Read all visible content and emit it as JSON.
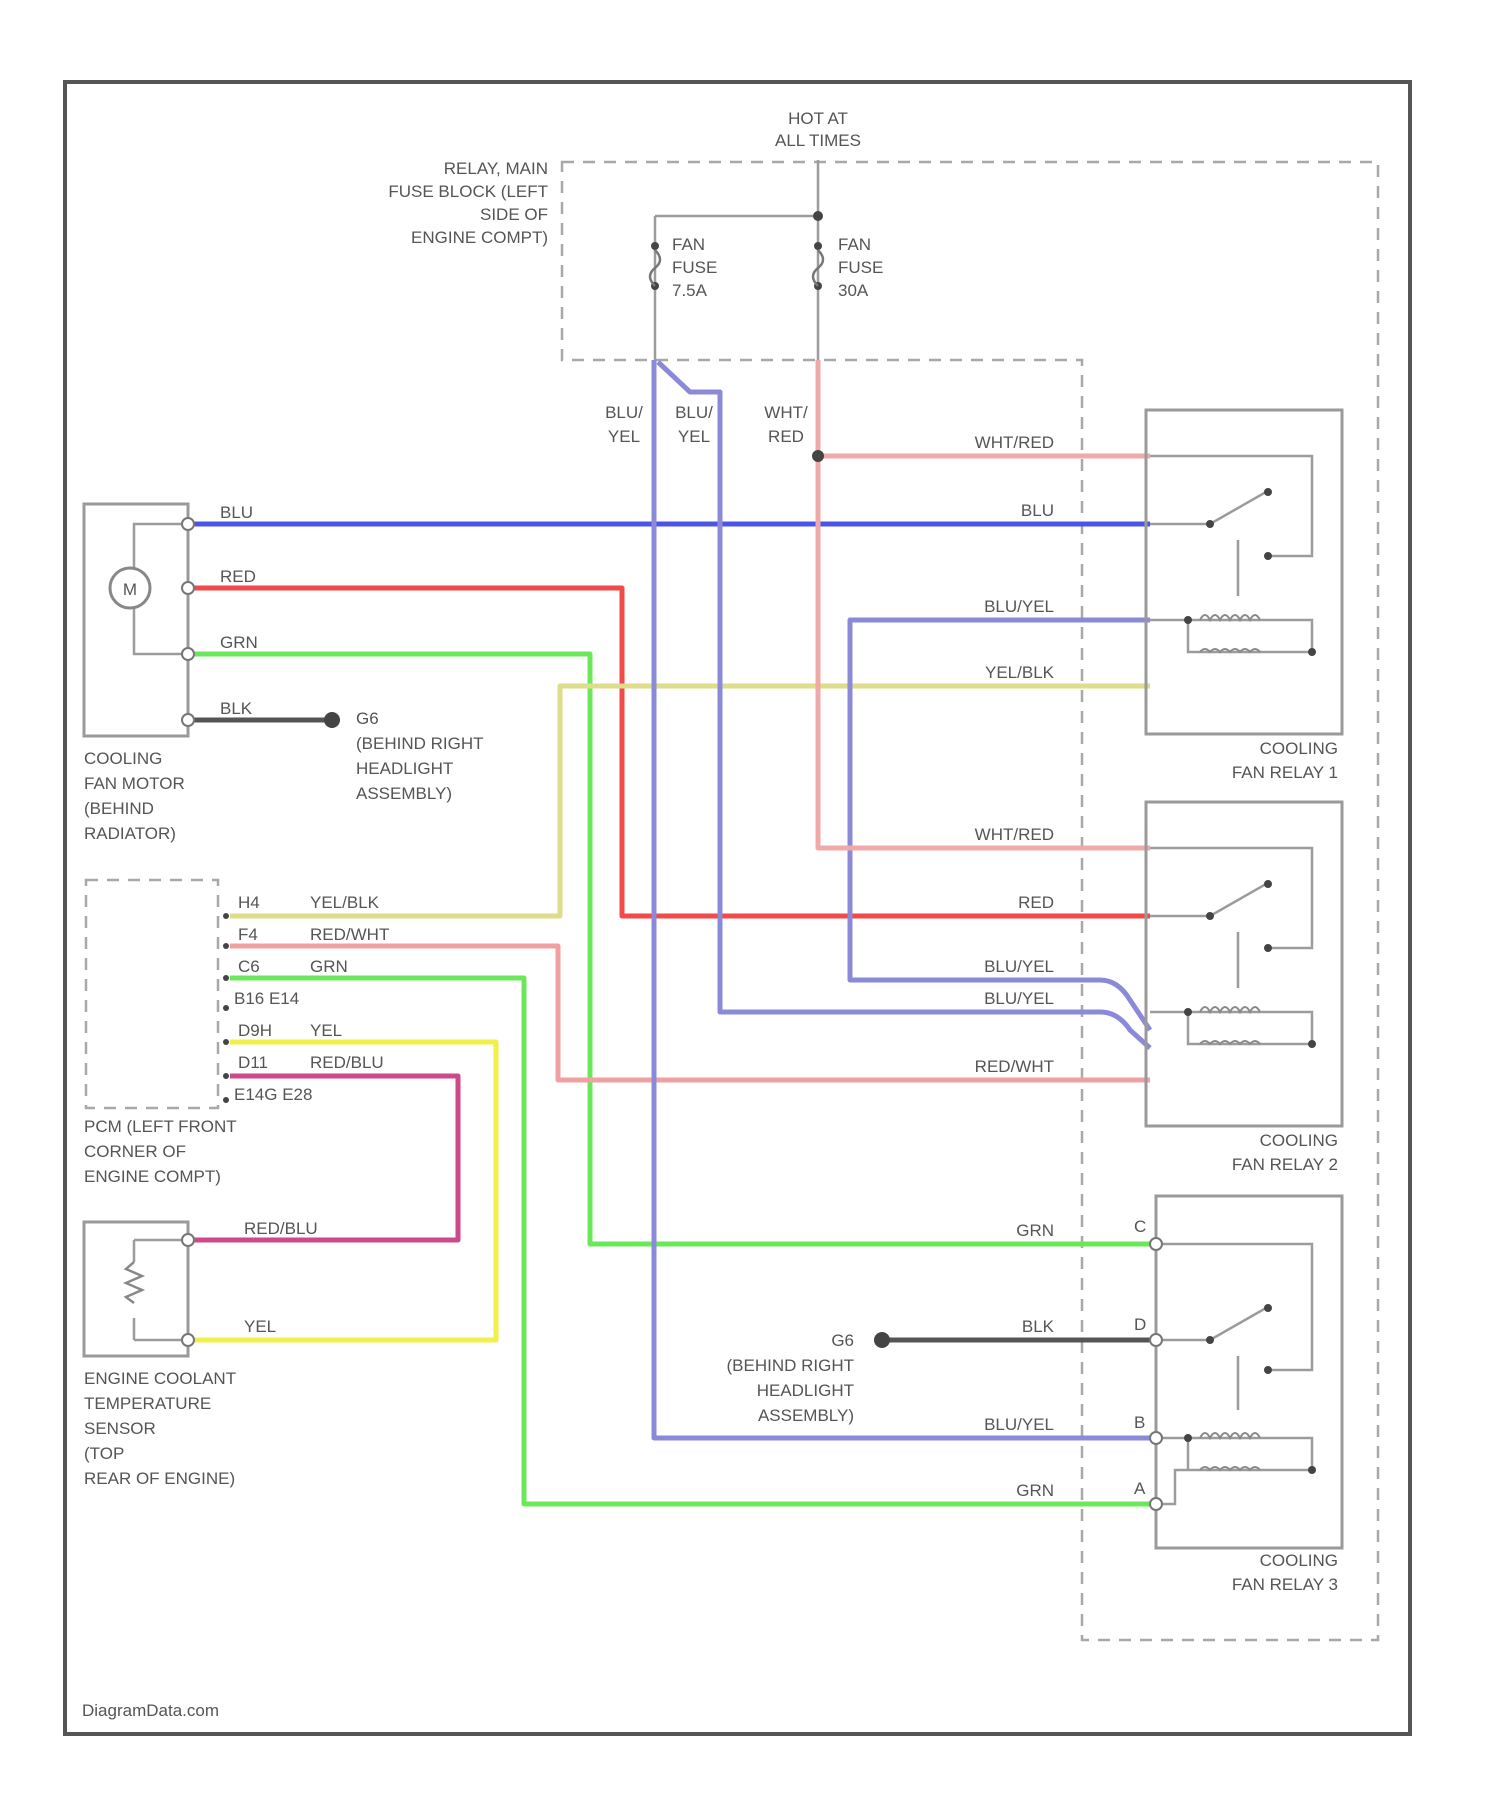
{
  "source": {
    "hot": "HOT AT\nALL TIMES",
    "fuse_block": "RELAY, MAIN\nFUSE BLOCK (LEFT\nSIDE OF\nENGINE COMPT)",
    "fuse_left": "FAN\nFUSE\n7.5A",
    "fuse_right": "FAN\nFUSE\n30A"
  },
  "riser_labels": {
    "blu_yel_1": "BLU/\nYEL",
    "blu_yel_2": "BLU/\nYEL",
    "wht_red": "WHT/\nRED"
  },
  "motor": {
    "symbol": "M",
    "label": "COOLING\nFAN MOTOR\n(BEHIND\nRADIATOR)",
    "ground": "G6\n(BEHIND RIGHT\nHEADLIGHT\nASSEMBLY)"
  },
  "wire_labels": {
    "motor_blu": "BLU",
    "motor_red": "RED",
    "motor_grn": "GRN",
    "motor_blk": "BLK",
    "r1_whtred": "WHT/RED",
    "r1_blu": "BLU",
    "r1_bluyel": "BLU/YEL",
    "r1_yelblk": "YEL/BLK",
    "r2_whtred": "WHT/RED",
    "r2_red": "RED",
    "r2_bluyel_a": "BLU/YEL",
    "r2_bluyel_b": "BLU/YEL",
    "r2_redwht": "RED/WHT",
    "r3_grn_c": "GRN",
    "r3_blk": "BLK",
    "r3_bluyel": "BLU/YEL",
    "r3_grn_a": "GRN",
    "sensor_redblu": "RED/BLU",
    "sensor_yel": "YEL"
  },
  "pcm": {
    "label": "PCM (LEFT FRONT\nCORNER OF\nENGINE COMPT)",
    "pins": [
      {
        "pin": "H4",
        "wire": "YEL/BLK"
      },
      {
        "pin": "F4",
        "wire": "RED/WHT"
      },
      {
        "pin": "C6",
        "wire": "GRN"
      },
      {
        "pin": "B16 E14",
        "wire": ""
      },
      {
        "pin": "D9H",
        "wire": "YEL"
      },
      {
        "pin": "D11",
        "wire": "RED/BLU"
      },
      {
        "pin": "E14G E28",
        "wire": ""
      }
    ]
  },
  "relays": {
    "r1_label": "COOLING\nFAN RELAY 1",
    "r2_label": "COOLING\nFAN RELAY 2",
    "r3_label": "COOLING\nFAN RELAY 3",
    "r3_pins": {
      "c": "C",
      "d": "D",
      "b": "B",
      "a": "A"
    },
    "r3_ground": "G6\n(BEHIND RIGHT\nHEADLIGHT\nASSEMBLY)"
  },
  "sensor": {
    "label": "ENGINE COOLANT\nTEMPERATURE\nSENSOR\n(TOP\nREAR OF ENGINE)"
  },
  "footer": "DiagramData.com",
  "colors": {
    "blu": "#4a55e8",
    "red": "#f04a4a",
    "grn": "#6be85a",
    "blk": "#555555",
    "yel": "#f0f04a",
    "yelblk": "#dede8a",
    "bluyel": "#8a8ad8",
    "whtred": "#f0a8a8",
    "redblu": "#cc4a8a",
    "redwht": "#f0a0a0"
  }
}
